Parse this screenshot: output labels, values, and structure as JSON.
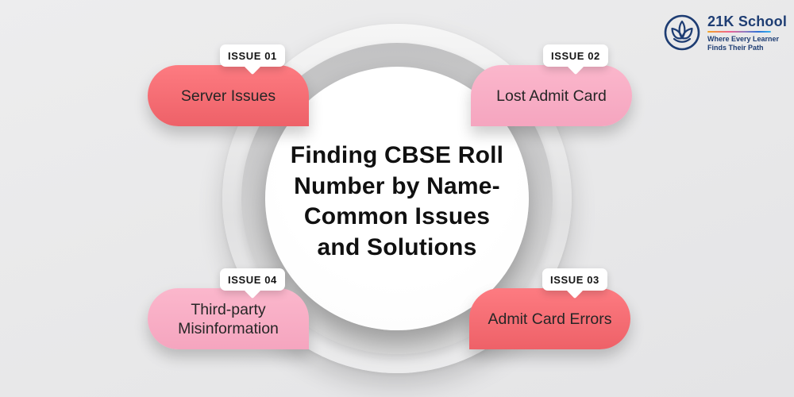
{
  "page": {
    "background_color": "#e9e9ea",
    "ring_gray_color": "#c7c7c8",
    "inner_circle_color": "#ffffff"
  },
  "title": {
    "lines": [
      "Finding CBSE Roll",
      "Number by Name-",
      "Common Issues",
      "and Solutions"
    ],
    "color": "#101010"
  },
  "issues": [
    {
      "badge": "ISSUE 01",
      "label": "Server Issues",
      "variant": "red",
      "gradient": [
        "#fd7b81",
        "#ee6168"
      ],
      "position": "top-left"
    },
    {
      "badge": "ISSUE 02",
      "label": "Lost Admit Card",
      "variant": "pink",
      "gradient": [
        "#fbb7cc",
        "#f5a5bf"
      ],
      "position": "top-right"
    },
    {
      "badge": "ISSUE 03",
      "label": "Admit Card Errors",
      "variant": "red",
      "gradient": [
        "#fd7b81",
        "#ee6168"
      ],
      "position": "bottom-right"
    },
    {
      "badge": "ISSUE 04",
      "label": "Third-party Misinformation",
      "variant": "pink",
      "gradient": [
        "#fbb7cc",
        "#f5a5bf"
      ],
      "position": "bottom-left"
    }
  ],
  "logo": {
    "name": "21K School",
    "tagline_line1": "Where Every Learner",
    "tagline_line2": "Finds Their Path",
    "brand_color": "#1e3d73",
    "icon": "lotus-icon"
  }
}
